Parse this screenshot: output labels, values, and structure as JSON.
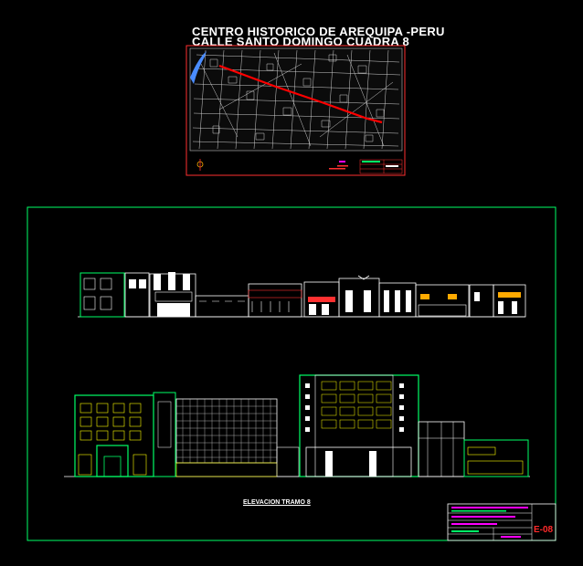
{
  "header": {
    "title_line1": "CENTRO HISTORICO DE AREQUIPA -PERU",
    "title_line2": "CALLE SANTO DOMINGO CUADRA 8"
  },
  "drawing": {
    "elevation_label": "ELEVACION TRAMO 8",
    "sheet_number": "E-08"
  },
  "colors": {
    "background": "#000000",
    "frame": "#00ff66",
    "map_border": "#ff3030",
    "street_highlight": "#ff0000",
    "facade_green": "#00ff66",
    "facade_white": "#ffffff",
    "facade_yellow": "#ffff00",
    "accent_magenta": "#ff00ff"
  }
}
